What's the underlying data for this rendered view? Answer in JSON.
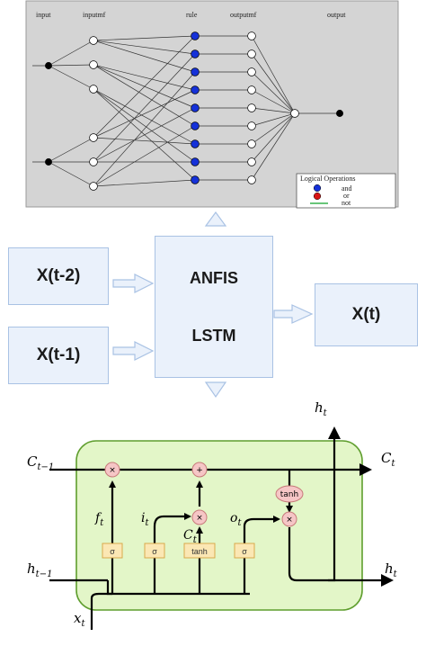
{
  "anfis_diagram": {
    "layer_labels": {
      "input": "input",
      "inputmf": "inputmf",
      "rule": "rule",
      "outputmf": "outputmf",
      "output": "output"
    },
    "legend": {
      "title": "Logical Operations",
      "items": [
        {
          "label": "and",
          "color": "#1531d8"
        },
        {
          "label": "or",
          "color": "#d81414"
        },
        {
          "label": "not",
          "color": "#37b24d"
        }
      ]
    }
  },
  "blocks": {
    "input_1": "X(t-2)",
    "input_2": "X(t-1)",
    "model_top": "ANFIS",
    "model_bottom": "LSTM",
    "output": "X(t)"
  },
  "lstm_cell": {
    "c_prev": "C",
    "c_prev_sub": "t−1",
    "c_next": "C",
    "c_next_sub": "t",
    "h_prev": "h",
    "h_prev_sub": "t−1",
    "h_next": "h",
    "h_next_sub": "t",
    "h_top": "h",
    "h_top_sub": "t",
    "x_in": "x",
    "x_in_sub": "t",
    "f_gate": "f",
    "f_gate_sub": "t",
    "i_gate": "i",
    "i_gate_sub": "t",
    "c_tilde": "C",
    "c_tilde_sub": "t",
    "o_gate": "o",
    "o_gate_sub": "t",
    "sigma": "σ",
    "tanh": "tanh",
    "times": "×",
    "plus": "+"
  },
  "colors": {
    "panel_bg": "#d4d4d4",
    "block_fill": "#eaf1fb",
    "block_border": "#a9c2e4",
    "cell_fill": "#e3f6c8",
    "cell_border": "#5f9e2e",
    "op_fill": "#f6c6c6",
    "op_border": "#c77a7a",
    "gate_fill": "#fbe7b4",
    "gate_border": "#d8a94b",
    "rule_node": "#1531d8"
  }
}
